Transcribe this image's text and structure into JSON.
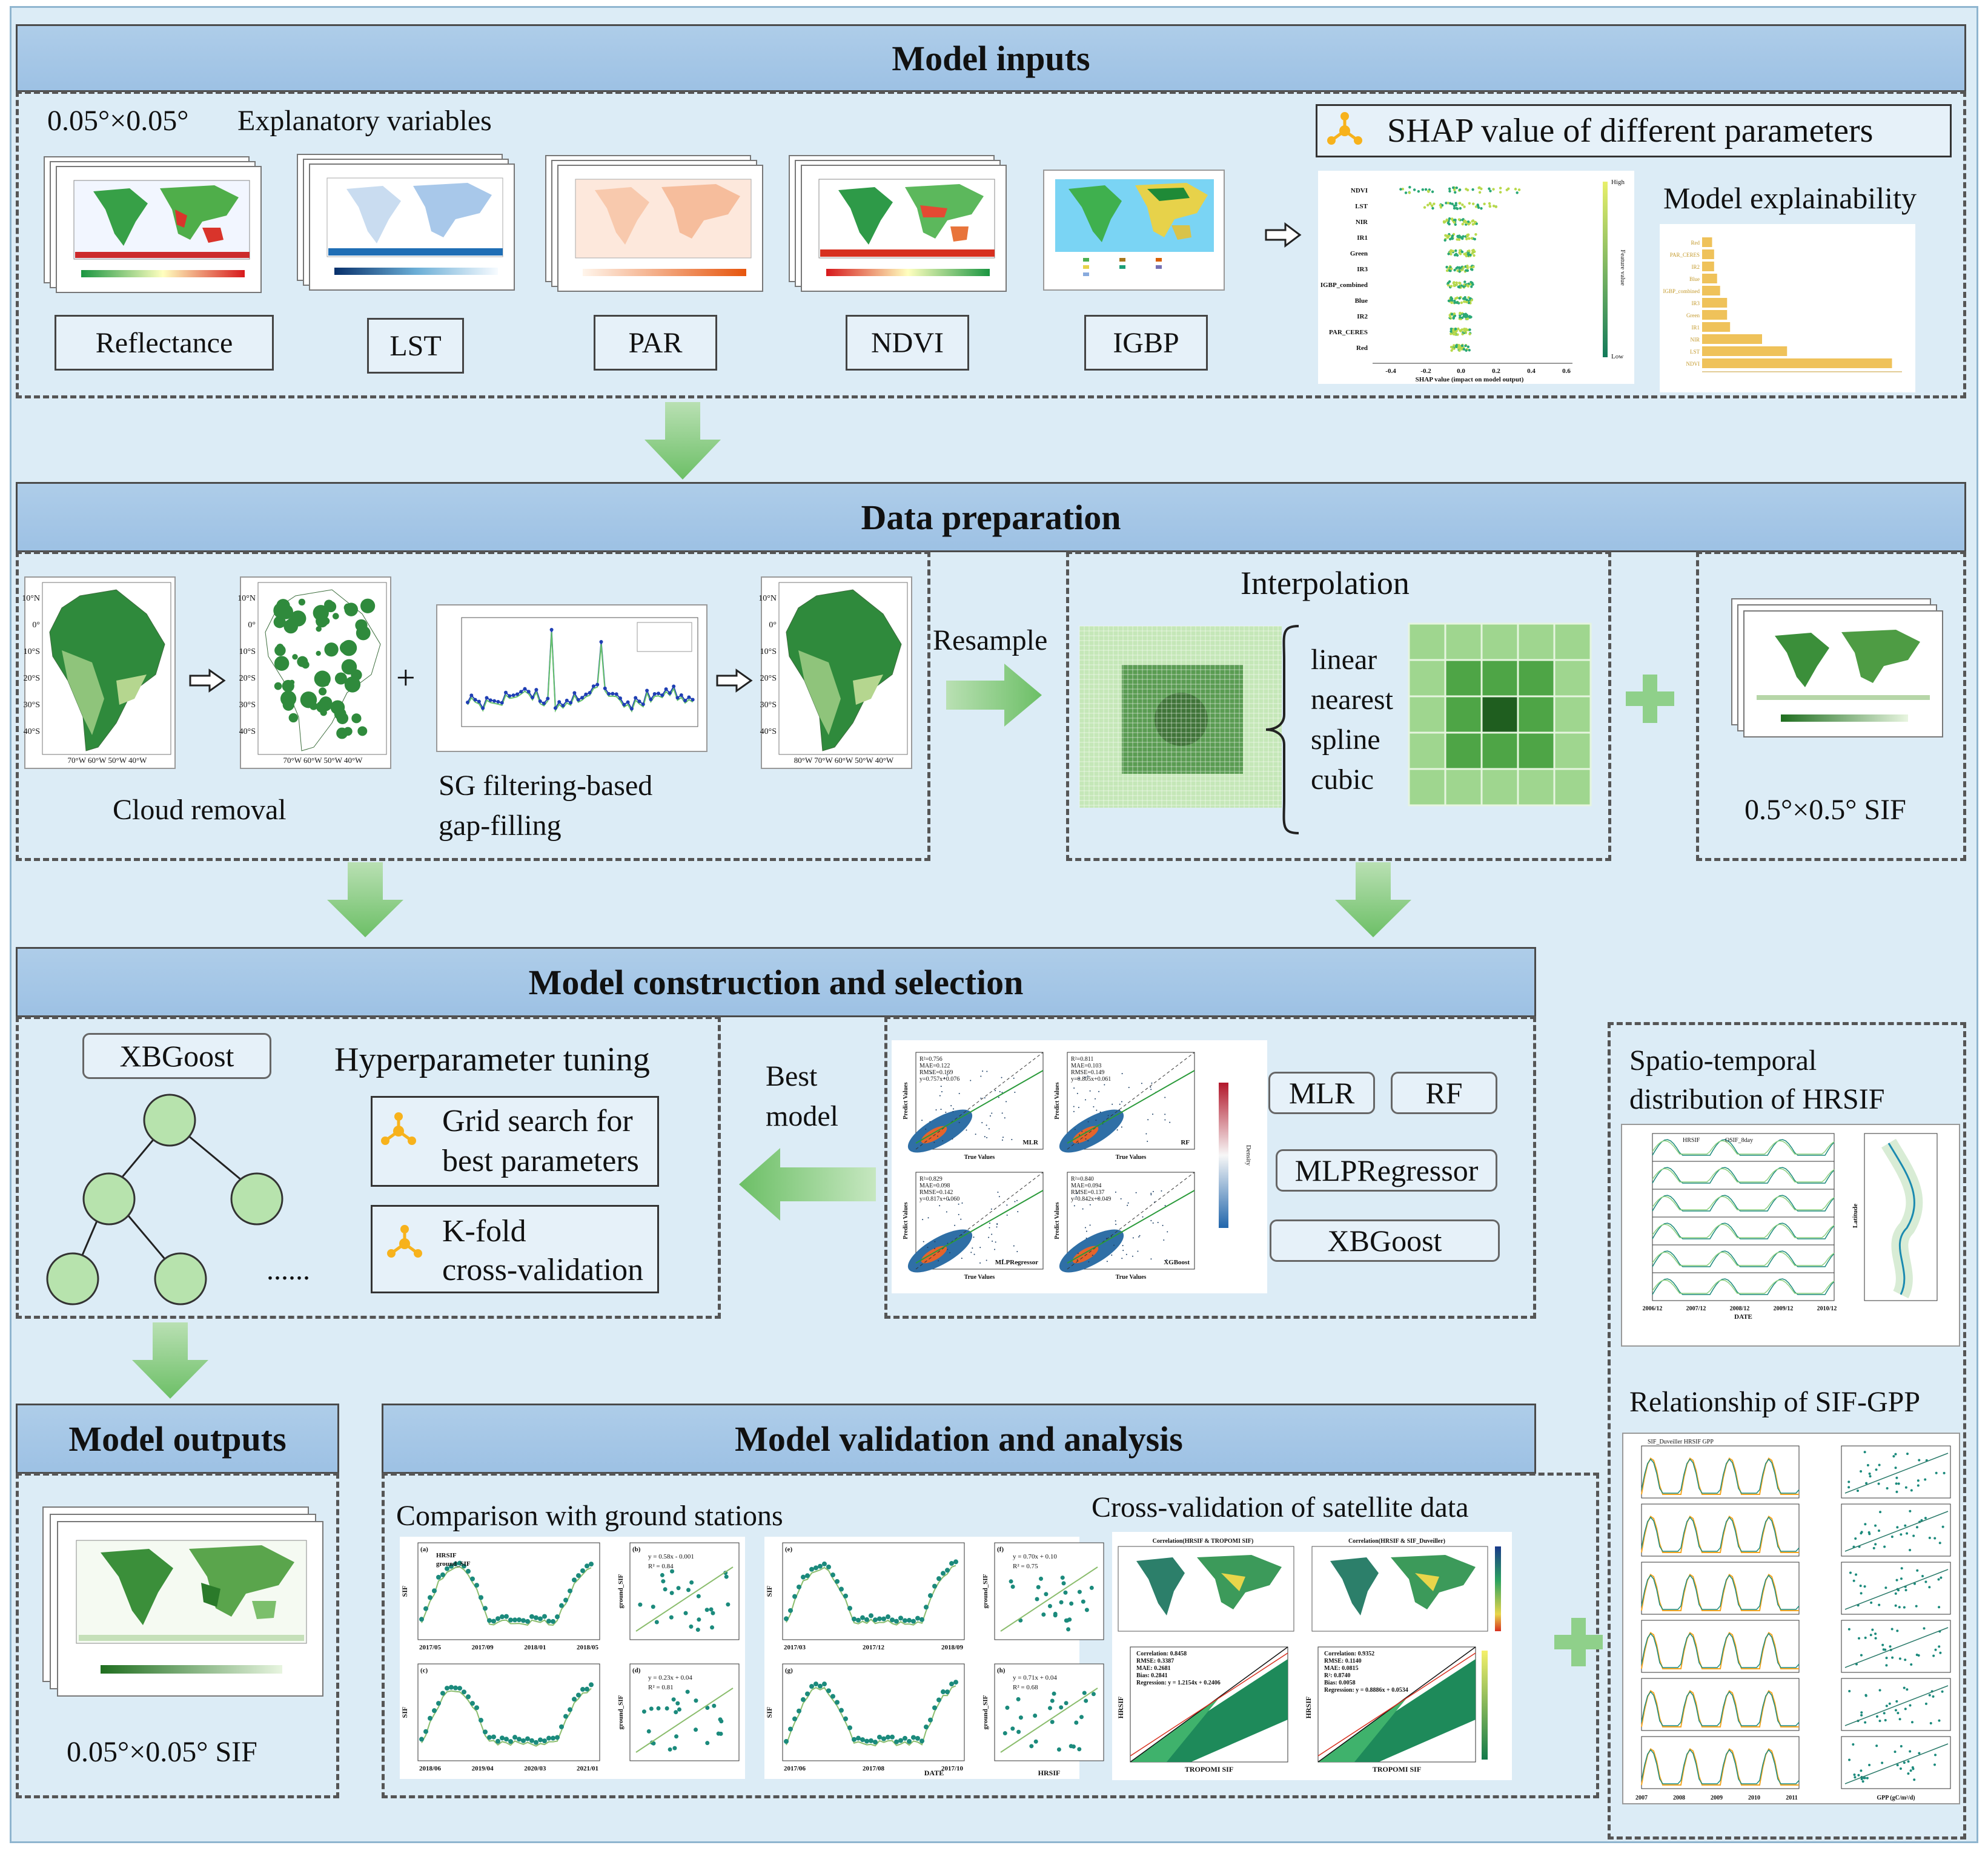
{
  "sections": {
    "inputs": "Model inputs",
    "prep": "Data preparation",
    "construct": "Model construction and selection",
    "outputs": "Model outputs",
    "validation": "Model validation and analysis"
  },
  "inputs": {
    "resolution": "0.05°×0.05°",
    "explanatory": "Explanatory variables",
    "labels": [
      "Reflectance",
      "LST",
      "PAR",
      "NDVI",
      "IGBP"
    ],
    "shap_title": "SHAP value of different parameters",
    "explain": "Model explainability",
    "shap_features": [
      "NDVI",
      "LST",
      "NIR",
      "IR1",
      "Green",
      "IR3",
      "IGBP_combined",
      "Blue",
      "IR2",
      "PAR_CERES",
      "Red"
    ],
    "shap_xlabel": "SHAP value (impact on model output)",
    "shap_ticks": [
      "-0.4",
      "-0.2",
      "0.0",
      "0.2",
      "0.4",
      "0.6"
    ],
    "shap_high": "High",
    "shap_low": "Low",
    "shap_feature_value": "Feature value",
    "bar_features": [
      "Red",
      "PAR_CERES",
      "IR2",
      "Blue",
      "IGBP_combined",
      "IR3",
      "Green",
      "IR1",
      "NIR",
      "LST",
      "NDVI"
    ],
    "bar_values": [
      0.01,
      0.012,
      0.012,
      0.015,
      0.018,
      0.025,
      0.025,
      0.028,
      0.06,
      0.085,
      0.19
    ]
  },
  "prep": {
    "cloud_removal": "Cloud removal",
    "sg_line1": "SG filtering-based",
    "sg_line2": "gap-filling",
    "resample": "Resample",
    "interpolation": "Interpolation",
    "methods": [
      "linear",
      "nearest",
      "spline",
      "cubic"
    ],
    "sif_res": "0.5°×0.5° SIF",
    "lat_ticks": [
      "10°N",
      "0°",
      "10°S",
      "20°S",
      "30°S",
      "40°S"
    ],
    "lon_ticks": "70°W 60°W 50°W 40°W",
    "lon_ticks_b": "80°W 70°W 60°W 50°W 40°W"
  },
  "construct": {
    "xbgoost": "XBGoost",
    "hyper": "Hyperparameter tuning",
    "grid1": "Grid search for",
    "grid2": "best parameters",
    "kfold1": "K-fold",
    "kfold2": "cross-validation",
    "dots": "......",
    "best1": "Best",
    "best2": "model",
    "models": [
      "MLR",
      "RF",
      "MLPRegressor",
      "XBGoost"
    ],
    "scatter_titles": [
      "MLR",
      "RF",
      "MLPRegressor",
      "XGBoost"
    ],
    "true_values": "True Values",
    "predict_values": "Predict Values",
    "density": "Density",
    "stats": [
      [
        "R²=0.756",
        "MAE=0.122",
        "RMSE=0.169",
        "y=0.757x+0.076"
      ],
      [
        "R²=0.811",
        "MAE=0.103",
        "RMSE=0.149",
        "y=0.805x+0.061"
      ],
      [
        "R²=0.829",
        "MAE=0.098",
        "RMSE=0.142",
        "y=0.817x+0.060"
      ],
      [
        "R²=0.840",
        "MAE=0.094",
        "RMSE=0.137",
        "y=0.842x+0.049"
      ]
    ]
  },
  "right": {
    "spatio1": "Spatio-temporal",
    "spatio2": "distribution of HRSIF",
    "relation": "Relationship of SIF-GPP",
    "legend_hrsif": "HRSIF",
    "legend_osif": "OSIF_8day",
    "date_label": "DATE",
    "years": [
      "2006/12",
      "2007/12",
      "2008/12",
      "2009/12",
      "2010/12"
    ],
    "latitude": "Latitude",
    "gpp_legend": [
      "SIF_Duveiller",
      "HRSIF",
      "GPP"
    ],
    "gpp_years": [
      "2007",
      "2008",
      "2009",
      "2010",
      "2011"
    ],
    "gpp_xlabel": "GPP (gC/m²/d)"
  },
  "outputs": {
    "sif_res": "0.05°×0.05° SIF"
  },
  "validation": {
    "ground": "Comparison with ground stations",
    "cross": "Cross-validation of satellite data",
    "ground_legend": [
      "HRSIF",
      "ground_SIF"
    ],
    "panels": [
      {
        "tag": "(a)",
        "dates": [
          "2017/05",
          "2017/09",
          "2018/01",
          "2018/05"
        ]
      },
      {
        "tag": "(c)",
        "dates": [
          "2018/06",
          "2019/04",
          "2020/03",
          "2021/01"
        ]
      },
      {
        "tag": "(e)",
        "dates": [
          "2017/03",
          "2017/12",
          "2018/09"
        ]
      },
      {
        "tag": "(g)",
        "dates": [
          "2017/06",
          "2017/08",
          "2017/10"
        ]
      }
    ],
    "regressions": [
      {
        "tag": "(b)",
        "eq": "y = 0.58x - 0.001",
        "r2": "R² = 0.84"
      },
      {
        "tag": "(d)",
        "eq": "y = 0.23x + 0.04",
        "r2": "R² = 0.81"
      },
      {
        "tag": "(f)",
        "eq": "y = 0.70x + 0.10",
        "r2": "R² = 0.75"
      },
      {
        "tag": "(h)",
        "eq": "y = 0.71x + 0.04",
        "r2": "R² = 0.68"
      }
    ],
    "sif": "SIF",
    "ground_sif": "ground_SIF",
    "hrsif": "HRSIF",
    "date": "DATE",
    "corr_titles": [
      "Correlation(HRSIF & TROPOMI SIF)",
      "Correlation(HRSIF & SIF_Duveiller)"
    ],
    "tropomi": "TROPOMI SIF",
    "corr_stats": [
      [
        "Correlation: 0.8458",
        "RMSE: 0.3387",
        "MAE: 0.2681",
        "Bias: 0.2841",
        "Regression: y = 1.2154x + 0.2406"
      ],
      [
        "Correlation: 0.9352",
        "RMSE: 0.1140",
        "MAE: 0.0815",
        "R²: 0.8740",
        "Bias: 0.0058",
        "Regression: y = 0.8886x + 0.0534"
      ]
    ]
  },
  "colors": {
    "background": "#dcecf6",
    "header": "#a7c8e7",
    "arrow": "#7dc477",
    "forest": "#2f8a3c",
    "teal": "#1b8a7c",
    "accent": "#f7b21c"
  }
}
